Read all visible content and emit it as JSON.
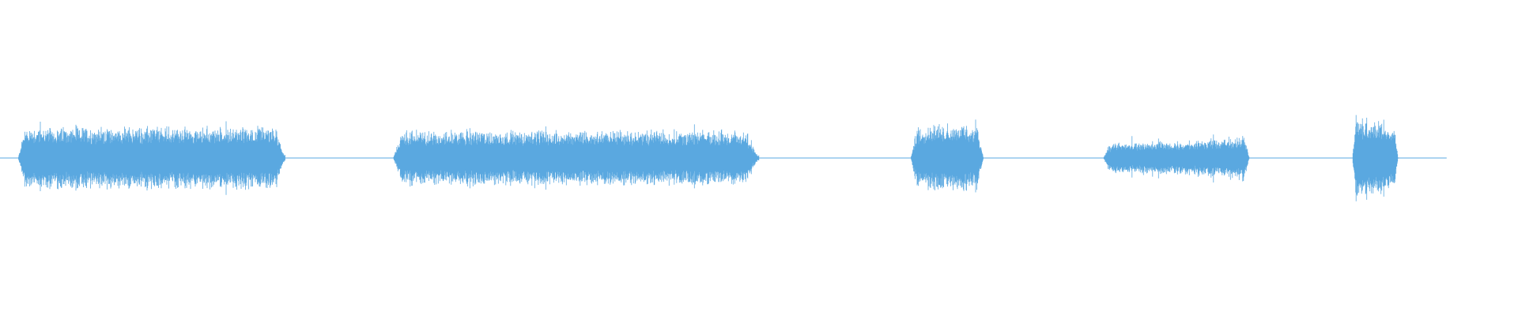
{
  "waveform": {
    "color": "#5aa8e0",
    "background": "#ffffff",
    "segments": [
      {
        "start": 0.012,
        "end": 0.188,
        "amplitude": 0.09,
        "envelope": "flat"
      },
      {
        "start": 0.259,
        "end": 0.5,
        "amplitude": 0.08,
        "envelope": "flat"
      },
      {
        "start": 0.6,
        "end": 0.648,
        "amplitude": 0.1,
        "envelope": "bulge"
      },
      {
        "start": 0.727,
        "end": 0.823,
        "amplitude": 0.07,
        "envelope": "swell-end"
      },
      {
        "start": 0.891,
        "end": 0.921,
        "amplitude": 0.12,
        "envelope": "spike-start"
      }
    ],
    "baseline_end": 0.953
  }
}
